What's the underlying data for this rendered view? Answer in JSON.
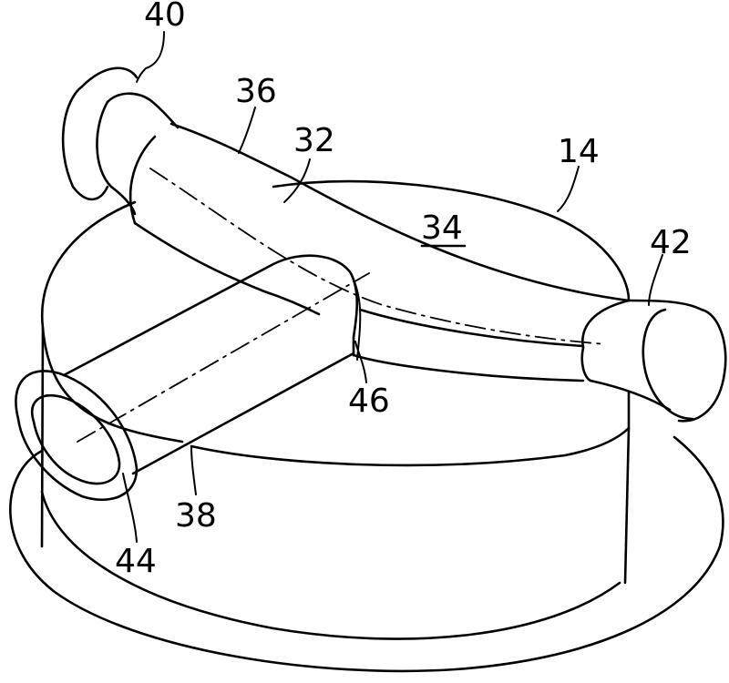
{
  "labels": {
    "l40": "40",
    "l36": "36",
    "l32": "32",
    "l14": "14",
    "l34": "34",
    "l42": "42",
    "l46": "46",
    "l38": "38",
    "l44": "44"
  }
}
